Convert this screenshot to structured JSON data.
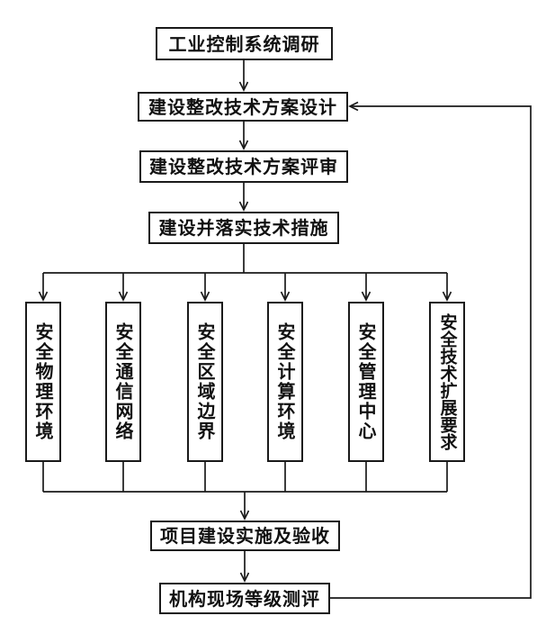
{
  "diagram": {
    "type": "flowchart",
    "background": "#ffffff",
    "line_color": "#1a1a1a",
    "text_color": "#111111",
    "nodes": {
      "survey": {
        "label": "工业控制系统调研"
      },
      "design": {
        "label": "建设整改技术方案设计"
      },
      "review": {
        "label": "建设整改技术方案评审"
      },
      "implement": {
        "label": "建设并落实技术措施"
      },
      "acceptance": {
        "label": "项目建设实施及验收"
      },
      "evaluation": {
        "label": "机构现场等级测评"
      }
    },
    "branches": [
      {
        "label": "安全物理环境"
      },
      {
        "label": "安全通信网络"
      },
      {
        "label": "安全区域边界"
      },
      {
        "label": "安全计算环境"
      },
      {
        "label": "安全管理中心"
      },
      {
        "label": "安全技术扩展要求"
      }
    ],
    "edges": [
      {
        "from": "工业控制系统调研",
        "to": "建设整改技术方案设计"
      },
      {
        "from": "建设整改技术方案设计",
        "to": "建设整改技术方案评审"
      },
      {
        "from": "建设整改技术方案评审",
        "to": "建设并落实技术措施"
      },
      {
        "from": "建设并落实技术措施",
        "to": "安全物理环境"
      },
      {
        "from": "建设并落实技术措施",
        "to": "安全通信网络"
      },
      {
        "from": "建设并落实技术措施",
        "to": "安全区域边界"
      },
      {
        "from": "建设并落实技术措施",
        "to": "安全计算环境"
      },
      {
        "from": "建设并落实技术措施",
        "to": "安全管理中心"
      },
      {
        "from": "建设并落实技术措施",
        "to": "安全技术扩展要求"
      },
      {
        "from": "安全物理环境",
        "to": "项目建设实施及验收"
      },
      {
        "from": "安全通信网络",
        "to": "项目建设实施及验收"
      },
      {
        "from": "安全区域边界",
        "to": "项目建设实施及验收"
      },
      {
        "from": "安全计算环境",
        "to": "项目建设实施及验收"
      },
      {
        "from": "安全管理中心",
        "to": "项目建设实施及验收"
      },
      {
        "from": "安全技术扩展要求",
        "to": "项目建设实施及验收"
      },
      {
        "from": "项目建设实施及验收",
        "to": "机构现场等级测评"
      },
      {
        "from": "机构现场等级测评",
        "to": "建设整改技术方案设计",
        "note": "feedback-loop"
      }
    ]
  }
}
